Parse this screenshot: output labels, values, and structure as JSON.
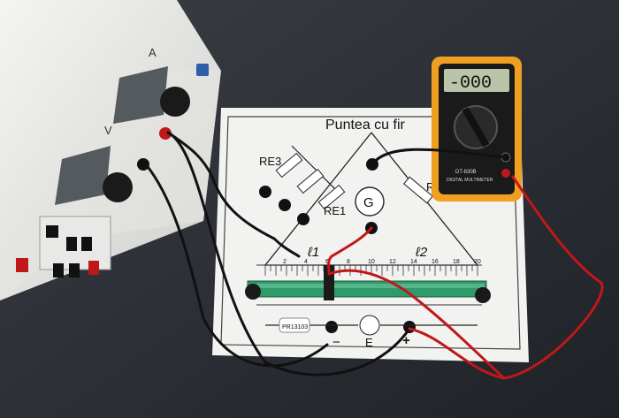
{
  "board": {
    "title": "Puntea cu fir",
    "label_re3": "RE3",
    "label_re1": "RE1",
    "label_r": "R",
    "label_g": "G",
    "label_l1": "ℓ1",
    "label_l2": "ℓ2",
    "label_minus": "−",
    "label_e": "E",
    "label_plus": "+",
    "resistor_tag": "PR13103",
    "scale_ticks": [
      "2",
      "4",
      "6",
      "8",
      "10",
      "12",
      "14",
      "16",
      "18",
      "20"
    ]
  },
  "multimeter": {
    "display": "-000",
    "model": "DT-830B",
    "brand": "DIGITAL MULTIMETER"
  },
  "power_supply": {
    "label_v": "V",
    "label_a": "A"
  },
  "colors": {
    "background": "#2a2d33",
    "board": "#f2f2f0",
    "multimeter_case": "#f0a020",
    "lcd": "#b9c4a8",
    "red_wire": "#d01818",
    "black_wire": "#111111",
    "ruler_green": "#2f9a6a"
  }
}
